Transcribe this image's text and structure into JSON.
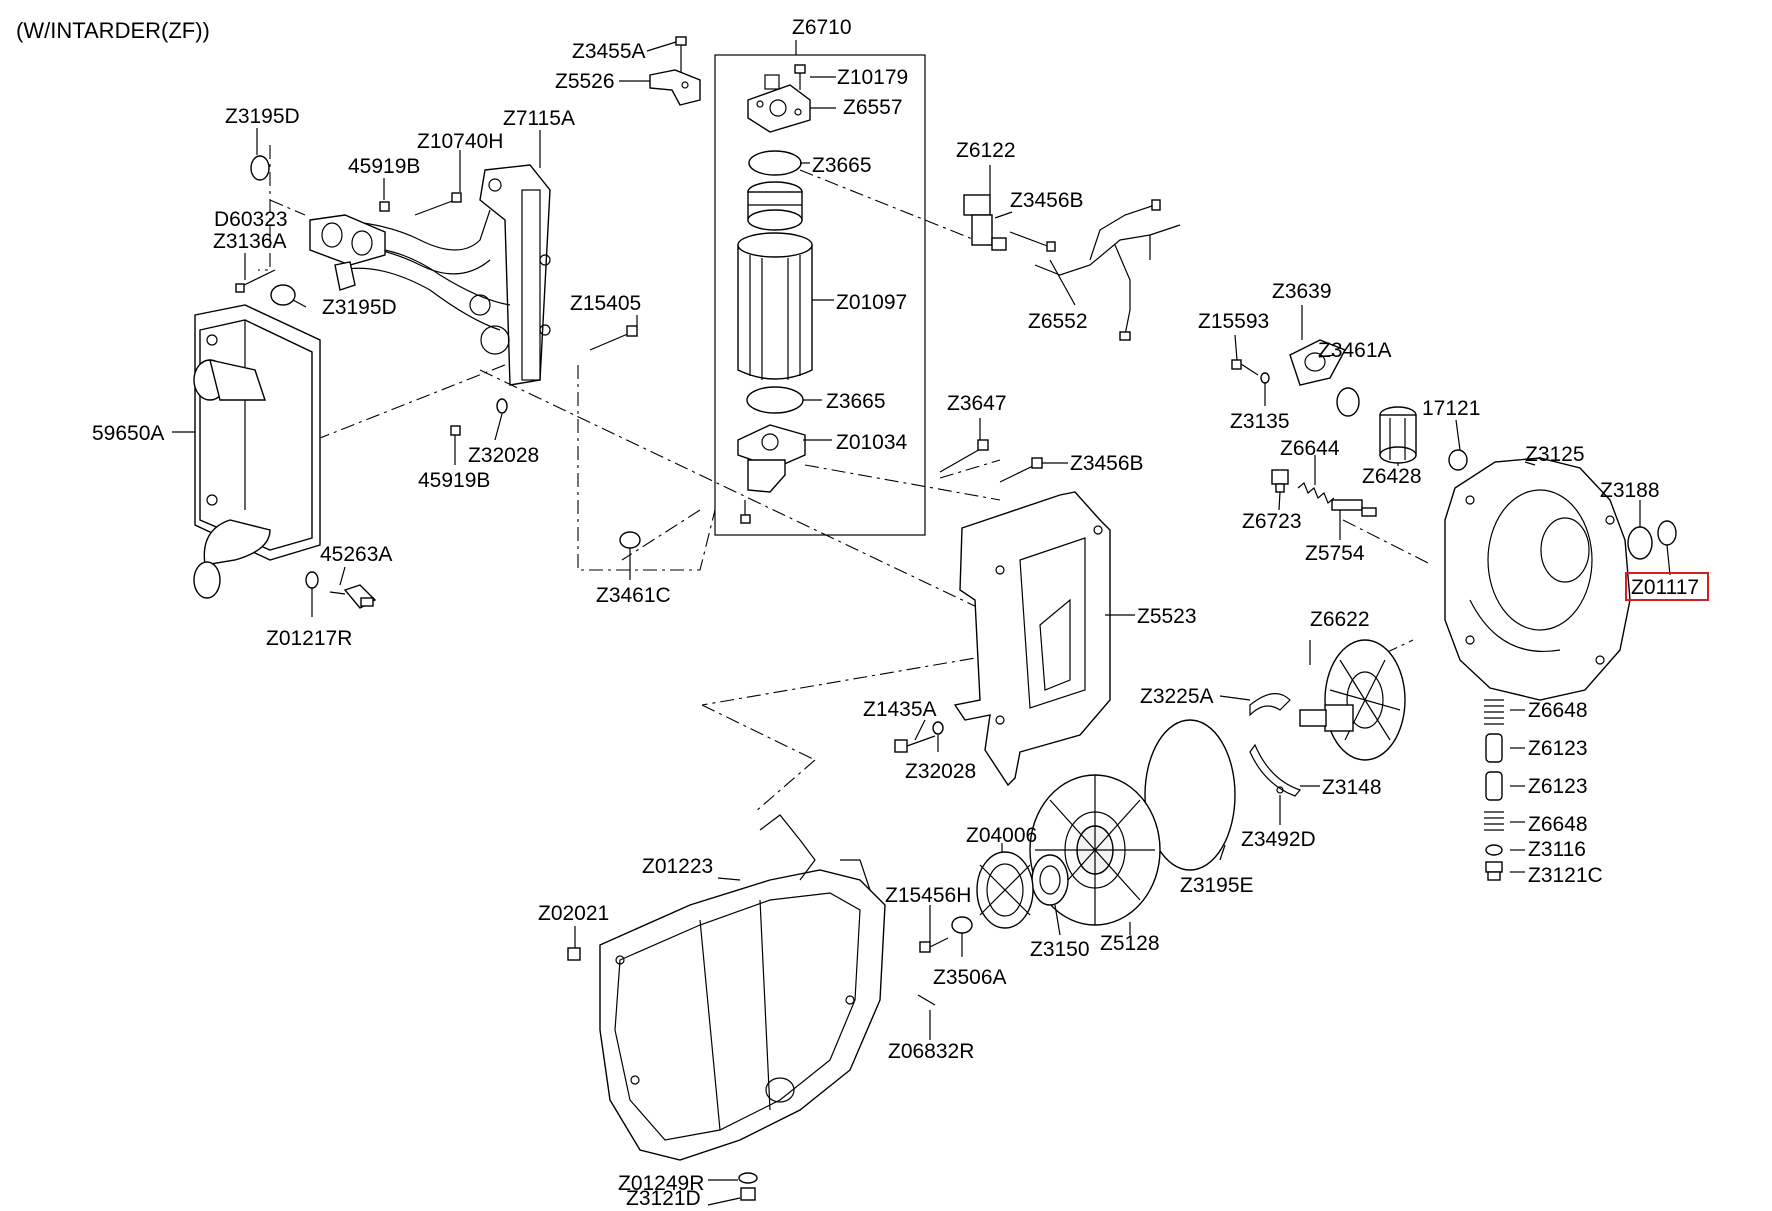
{
  "title": "(W/INTARDER(ZF))",
  "highlight_color": "#d42020",
  "labels": {
    "Z6710": "Z6710",
    "Z3455A": "Z3455A",
    "Z5526": "Z5526",
    "Z10179": "Z10179",
    "Z6557": "Z6557",
    "Z3665a": "Z3665",
    "Z01097": "Z01097",
    "Z3665b": "Z3665",
    "Z01034": "Z01034",
    "Z3195Da": "Z3195D",
    "Z10740H": "Z10740H",
    "Z7115A": "Z7115A",
    "45919Ba": "45919B",
    "D60323": "D60323",
    "Z3136A": "Z3136A",
    "Z3195Db": "Z3195D",
    "Z15405": "Z15405",
    "59650A": "59650A",
    "Z32028a": "Z32028",
    "45919Bb": "45919B",
    "45263A": "45263A",
    "Z01217R": "Z01217R",
    "Z3461C": "Z3461C",
    "Z6122": "Z6122",
    "Z3456Ba": "Z3456B",
    "Z6552": "Z6552",
    "Z3647": "Z3647",
    "Z3456Bb": "Z3456B",
    "Z3639": "Z3639",
    "Z15593": "Z15593",
    "Z3461A": "Z3461A",
    "Z3135": "Z3135",
    "17121": "17121",
    "Z6644": "Z6644",
    "Z6428": "Z6428",
    "Z3125": "Z3125",
    "Z6723": "Z6723",
    "Z5754": "Z5754",
    "Z3188": "Z3188",
    "Z01117": "Z01117",
    "Z5523": "Z5523",
    "Z6622": "Z6622",
    "Z3225A": "Z3225A",
    "Z6648a": "Z6648",
    "Z6123a": "Z6123",
    "Z6123b": "Z6123",
    "Z6648b": "Z6648",
    "Z3116": "Z3116",
    "Z3121C": "Z3121C",
    "Z1435A": "Z1435A",
    "Z32028b": "Z32028",
    "Z3148": "Z3148",
    "Z3492D": "Z3492D",
    "Z3195E": "Z3195E",
    "Z04006": "Z04006",
    "Z15456H": "Z15456H",
    "Z3150": "Z3150",
    "Z5128": "Z5128",
    "Z3506A": "Z3506A",
    "Z01223": "Z01223",
    "Z02021": "Z02021",
    "Z06832R": "Z06832R",
    "Z01249R": "Z01249R",
    "Z3121D": "Z3121D"
  }
}
